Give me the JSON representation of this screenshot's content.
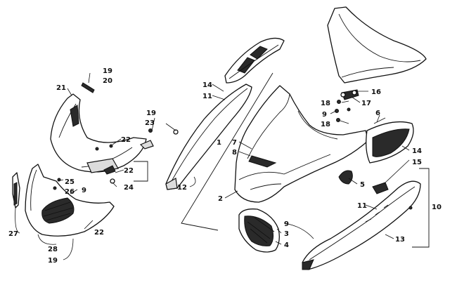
{
  "callouts": {
    "c1": "1",
    "c2": "2",
    "c3": "3",
    "c4": "4",
    "c5": "5",
    "c6": "6",
    "c7": "7",
    "c8": "8",
    "c9a": "9",
    "c9b": "9",
    "c9c": "9",
    "c10": "10",
    "c11a": "11",
    "c11b": "11",
    "c12": "12",
    "c13": "13",
    "c14a": "14",
    "c14b": "14",
    "c15": "15",
    "c16": "16",
    "c17": "17",
    "c18a": "18",
    "c18b": "18",
    "c19a": "19",
    "c19b": "19",
    "c19c": "19",
    "c20": "20",
    "c21": "21",
    "c22a": "22",
    "c22b": "22",
    "c22c": "22",
    "c23": "23",
    "c24": "24",
    "c25": "25",
    "c26": "26",
    "c27": "27",
    "c28": "28"
  },
  "colors": {
    "line": "#111111",
    "shade": "#dcdcdc",
    "dark": "#2a2a2a"
  }
}
